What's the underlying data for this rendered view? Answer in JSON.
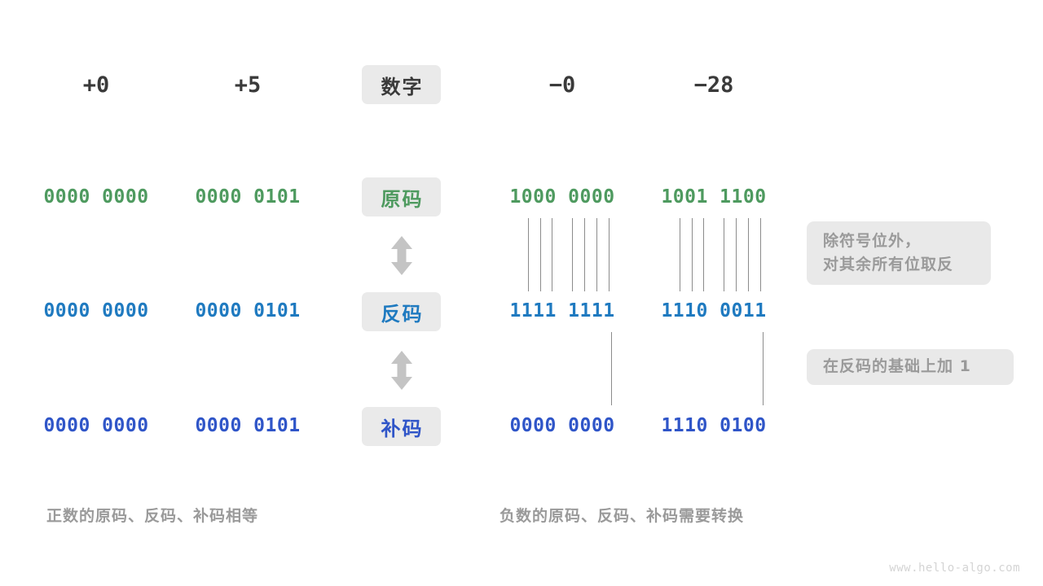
{
  "meta": {
    "watermark": "www.hello-algo.com",
    "colors": {
      "green": "#4e9a5f",
      "blue": "#1f7ac0",
      "indigo": "#2f55c8",
      "dark": "#3a3a3a",
      "muted": "#9a9a9a",
      "badge_bg": "#eaeaea",
      "note_bg": "#e9e9e9",
      "line": "#8c8c8c",
      "background": "#ffffff"
    }
  },
  "header": {
    "row_label": "数字",
    "numbers": [
      "+0",
      "+5",
      "−0",
      "−28"
    ]
  },
  "rows": [
    {
      "label": "原码",
      "color": "green",
      "values": [
        "0000 0000",
        "0000 0101",
        "1000 0000",
        "1001 1100"
      ]
    },
    {
      "label": "反码",
      "color": "blue",
      "values": [
        "0000 0000",
        "0000 0101",
        "1111 1111",
        "1110 0011"
      ]
    },
    {
      "label": "补码",
      "color": "indigo",
      "values": [
        "0000 0000",
        "0000 0101",
        "0000 0000",
        "1110 0100"
      ]
    }
  ],
  "notes": [
    {
      "lines": [
        "除符号位外，",
        "对其余所有位取反"
      ]
    },
    {
      "lines": [
        "在反码的基础上加 1"
      ]
    }
  ],
  "captions": [
    "正数的原码、反码、补码相等",
    "负数的原码、反码、补码需要转换"
  ],
  "icons": {
    "transform_arrow": "double-arrow-vertical-icon"
  }
}
